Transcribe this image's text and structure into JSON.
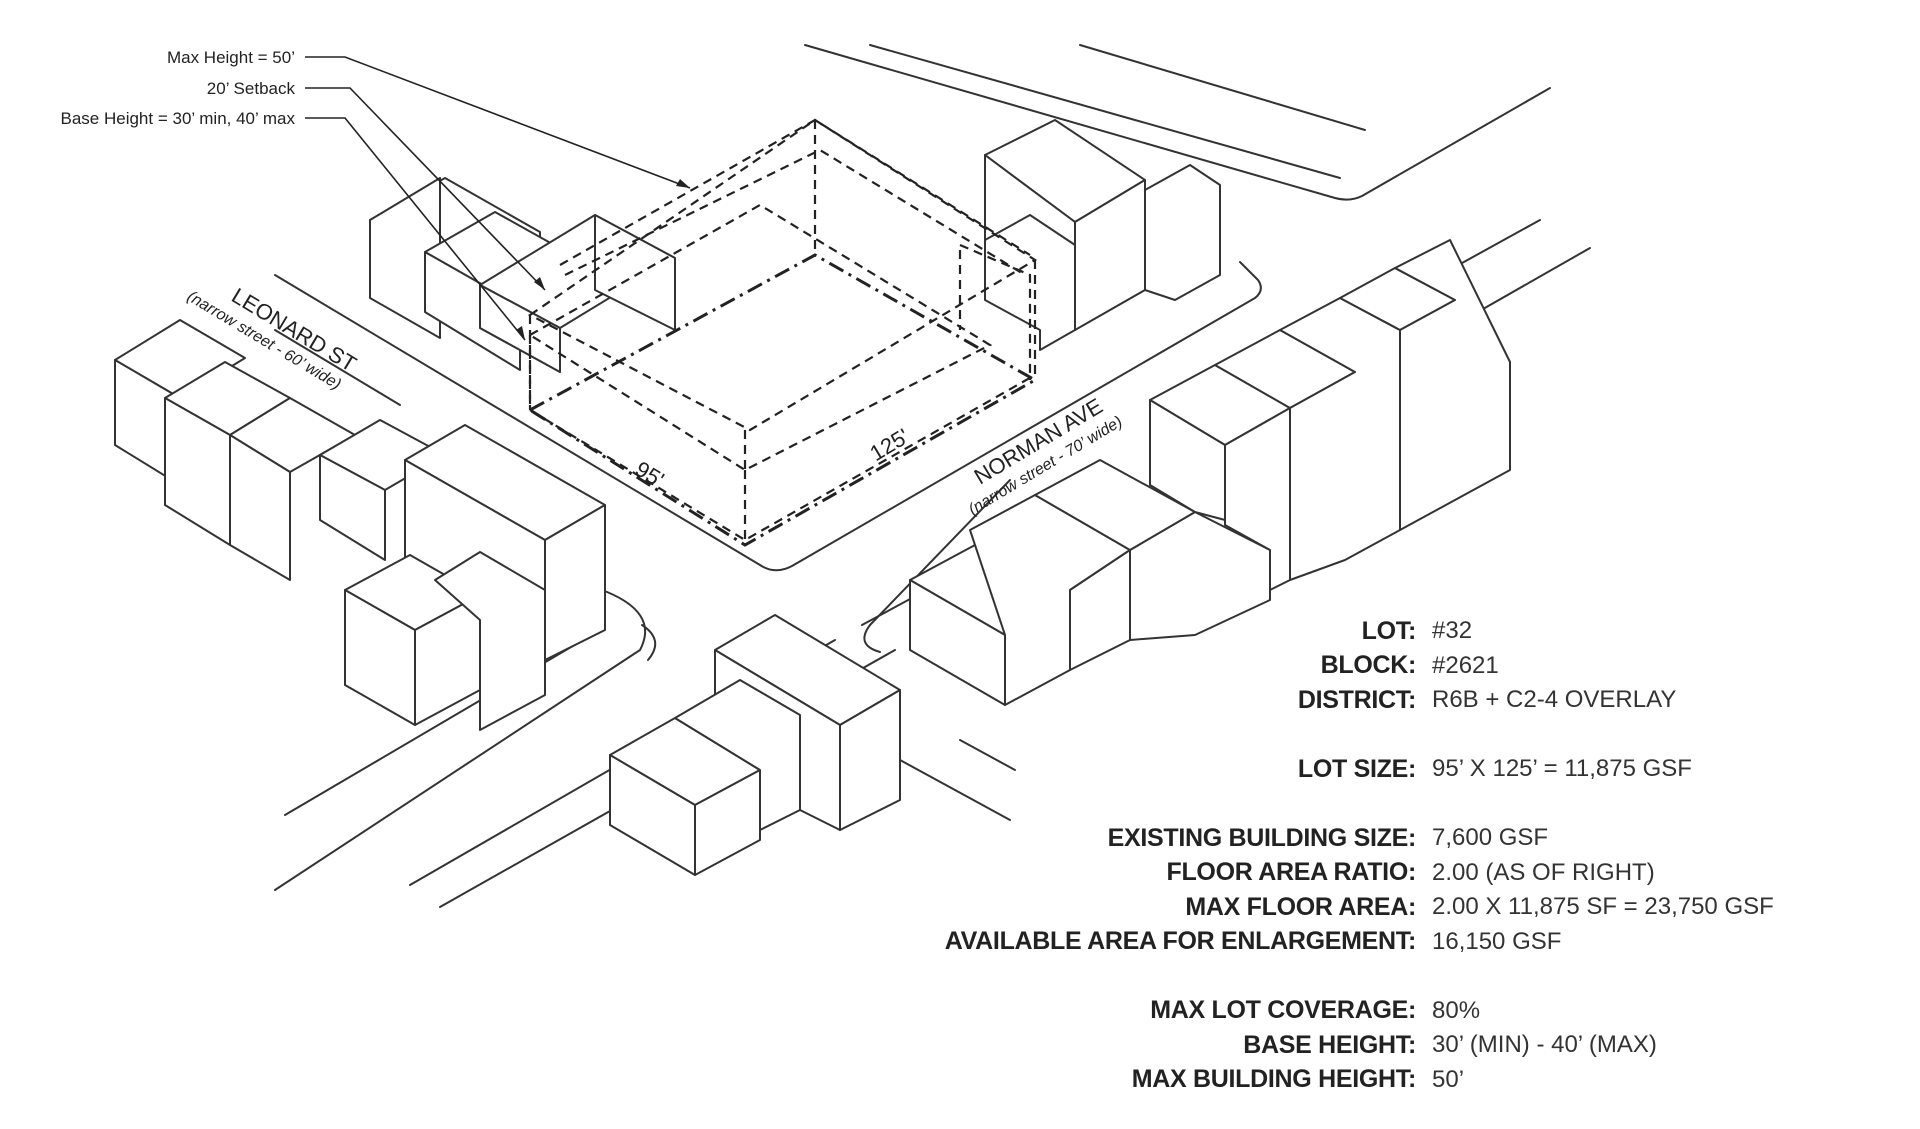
{
  "callouts": {
    "max_height": "Max Height = 50’",
    "setback": "20’ Setback",
    "base_height": "Base Height = 30’ min, 40’ max"
  },
  "streets": {
    "leonard": {
      "name": "LEONARD ST",
      "note": "(narrow street - 60’ wide)"
    },
    "norman": {
      "name": "NORMAN AVE",
      "note": "(narrow street - 70’ wide)"
    }
  },
  "dimensions": {
    "width": "95'",
    "depth": "125'"
  },
  "lot_info": {
    "lot": {
      "label": "LOT:",
      "value": "#32"
    },
    "block": {
      "label": "BLOCK:",
      "value": "#2621"
    },
    "district": {
      "label": "DISTRICT:",
      "value": "R6B + C2-4 OVERLAY"
    },
    "lot_size": {
      "label": "LOT SIZE:",
      "value": "95’ X 125’ = 11,875 GSF"
    },
    "existing_building_size": {
      "label": "EXISTING BUILDING SIZE:",
      "value": "7,600 GSF"
    },
    "floor_area_ratio": {
      "label": "FLOOR AREA RATIO:",
      "value": "2.00 (AS OF RIGHT)"
    },
    "max_floor_area": {
      "label": "MAX FLOOR AREA:",
      "value": "2.00 X 11,875 SF = 23,750 GSF"
    },
    "available_area": {
      "label": "AVAILABLE AREA FOR ENLARGEMENT:",
      "value": "16,150 GSF"
    },
    "max_lot_coverage": {
      "label": "MAX LOT COVERAGE:",
      "value": "80%"
    },
    "base_height": {
      "label": "BASE HEIGHT:",
      "value": "30’ (MIN) - 40’ (MAX)"
    },
    "max_building_height": {
      "label": "MAX BUILDING HEIGHT:",
      "value": "50’"
    }
  }
}
